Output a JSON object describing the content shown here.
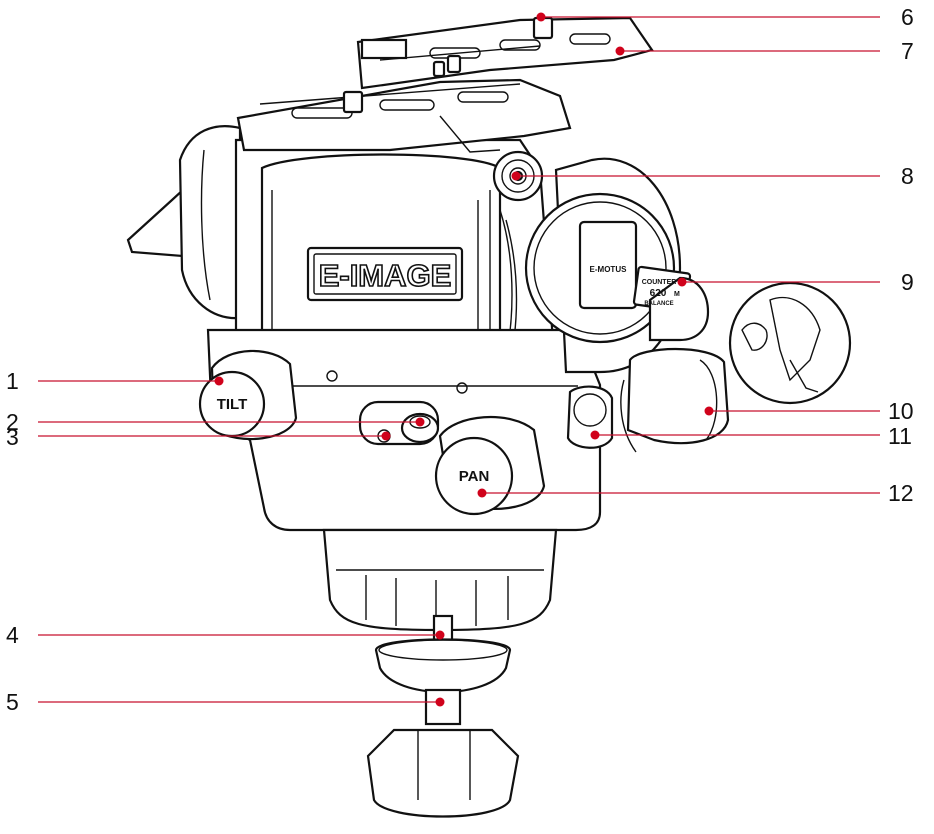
{
  "diagram": {
    "brand_plate": "E-IMAGE",
    "knob_tilt_label": "TILT",
    "knob_pan_label": "PAN",
    "cover_label": "E-MOTUS",
    "counterbalance": {
      "top": "COUNTER",
      "value": "620",
      "unit": "M",
      "bottom": "BALANCE"
    },
    "callouts": [
      {
        "num": "1"
      },
      {
        "num": "2"
      },
      {
        "num": "3"
      },
      {
        "num": "4"
      },
      {
        "num": "5"
      },
      {
        "num": "6"
      },
      {
        "num": "7"
      },
      {
        "num": "8"
      },
      {
        "num": "9"
      },
      {
        "num": "10"
      },
      {
        "num": "11"
      },
      {
        "num": "12"
      }
    ],
    "colors": {
      "leader": "#c8102e",
      "marker": "#d0021b",
      "outline": "#111111"
    }
  }
}
